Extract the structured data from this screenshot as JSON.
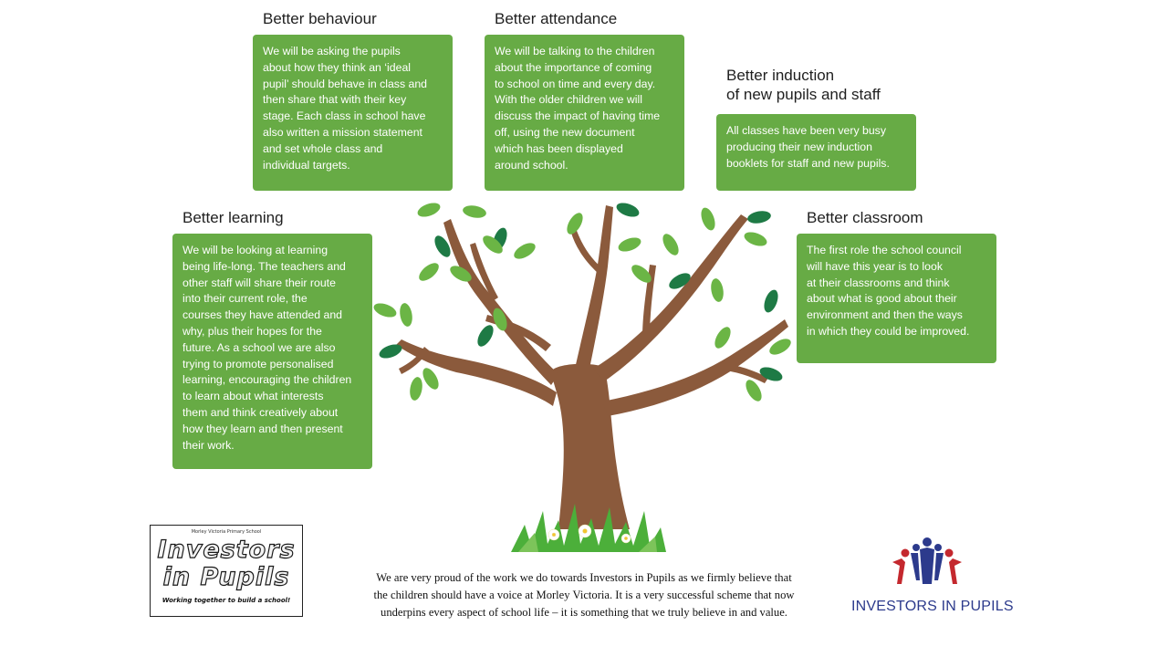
{
  "sections": {
    "behaviour": {
      "title": "Better behaviour",
      "lines": [
        "We will be asking the pupils",
        "about how they think an ‘ideal",
        "pupil’ should behave in class and",
        "then share that with their key",
        "stage. Each class in school have",
        "also written a mission statement",
        "and set whole class and",
        "individual targets."
      ]
    },
    "attendance": {
      "title": "Better attendance",
      "lines": [
        "We will be talking to the children",
        "about the importance of coming",
        "to school on time and every day.",
        "With the older children we will",
        "discuss the impact of having time",
        "off, using the new document",
        "which has been displayed",
        "around school."
      ]
    },
    "induction": {
      "title_line1": "Better induction",
      "title_line2": "of new pupils and staff",
      "lines": [
        "All classes have been very busy",
        "producing their new induction",
        "booklets for staff and new pupils."
      ]
    },
    "learning": {
      "title": "Better learning",
      "lines": [
        "We will be looking at learning",
        "being life-long.  The teachers and",
        "other staff will share their route",
        "into their current role, the",
        "courses they have attended and",
        "why, plus their hopes for the",
        "future.  As a school we are also",
        "trying to promote personalised",
        "learning, encouraging the children",
        "to learn about what interests",
        "them and think creatively about",
        "how they learn and then present",
        "their work."
      ]
    },
    "classroom": {
      "title": "Better classroom",
      "lines": [
        "The first role the school council",
        "will have this year is to look",
        "at their classrooms and think",
        "about what is good about their",
        "environment and then the ways",
        "in which they could be improved."
      ]
    }
  },
  "footer": {
    "lines": [
      "We are very proud of the work we do towards Investors in Pupils as we firmly believe that",
      "the children should have a voice at Morley Victoria. It is a very successful scheme that now",
      "underpins every aspect of school life – it is something that we truly believe in and value."
    ]
  },
  "logo_left": {
    "school": "Morley Victoria Primary School",
    "word1": "Investors",
    "word2": "in Pupils",
    "tagline": "Working together to build a school!"
  },
  "logo_right": {
    "brand": "INVESTORS IN PUPILS",
    "icon": "figures-logo-icon"
  },
  "colors": {
    "card_green": "#67ab45",
    "trunk_brown": "#8b5a3c",
    "leaf_light": "#6bb545",
    "leaf_dark": "#1e7a45",
    "brand_blue": "#2c3a8c",
    "brand_red": "#c4282e"
  }
}
